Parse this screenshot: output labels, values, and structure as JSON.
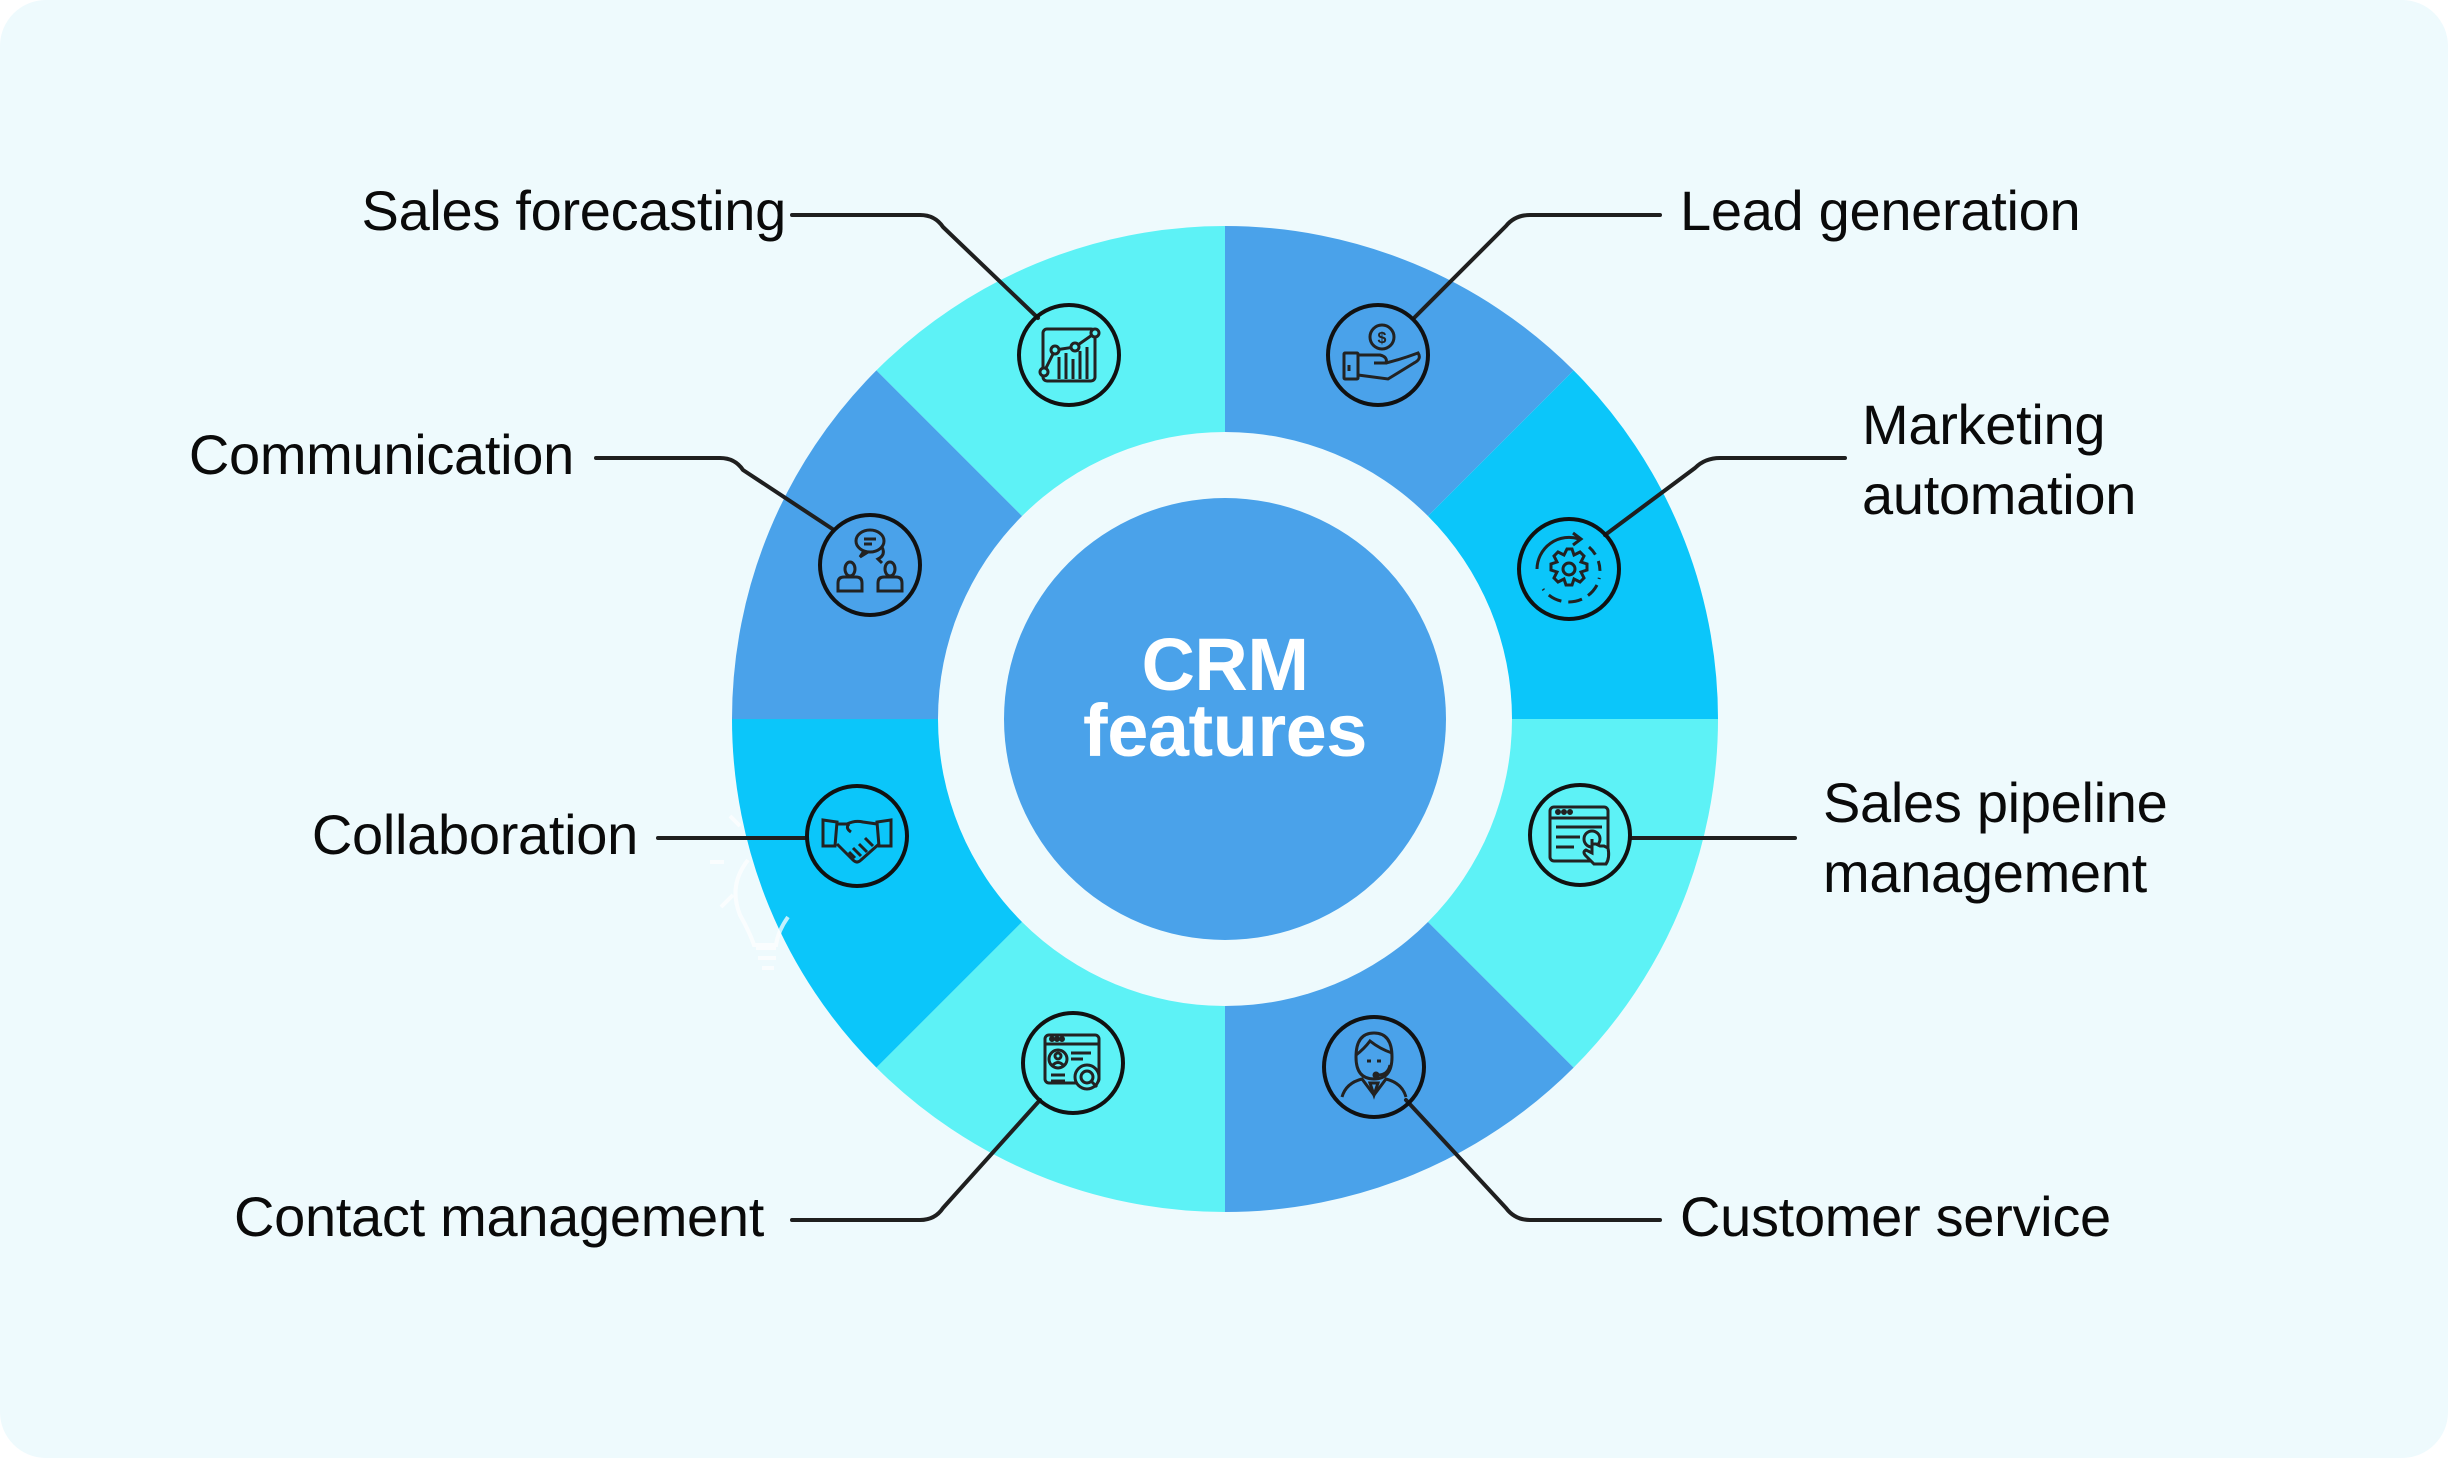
{
  "title": {
    "line1": "CRM",
    "line2": "features"
  },
  "colors": {
    "background": "#EEFAFD",
    "ring_blue": "#4AA2EA",
    "ring_cyan": "#5DF2F6",
    "ring_sky": "#0BC6FA",
    "center_circle": "#4AA2EA",
    "inner_gap": "#EEFAFD",
    "stroke": "#1a1a1a"
  },
  "features": [
    {
      "id": "sales-forecasting",
      "label_lines": [
        "Sales forecasting"
      ],
      "icon": "chart-growth-icon",
      "segment_color": "ring_cyan",
      "side": "left"
    },
    {
      "id": "lead-generation",
      "label_lines": [
        "Lead generation"
      ],
      "icon": "hand-coin-icon",
      "segment_color": "ring_blue",
      "side": "right"
    },
    {
      "id": "marketing-automation",
      "label_lines": [
        "Marketing",
        "automation"
      ],
      "icon": "gear-cycle-icon",
      "segment_color": "ring_sky",
      "side": "right"
    },
    {
      "id": "sales-pipeline-management",
      "label_lines": [
        "Sales pipeline",
        "management"
      ],
      "icon": "browser-click-icon",
      "segment_color": "ring_cyan",
      "side": "right"
    },
    {
      "id": "customer-service",
      "label_lines": [
        "Customer service"
      ],
      "icon": "headset-agent-icon",
      "segment_color": "ring_blue",
      "side": "right"
    },
    {
      "id": "contact-management",
      "label_lines": [
        "Contact management"
      ],
      "icon": "contact-search-icon",
      "segment_color": "ring_cyan",
      "side": "left"
    },
    {
      "id": "collaboration",
      "label_lines": [
        "Collaboration"
      ],
      "icon": "handshake-icon",
      "segment_color": "ring_sky",
      "side": "left"
    },
    {
      "id": "communication",
      "label_lines": [
        "Communication"
      ],
      "icon": "people-chat-icon",
      "segment_color": "ring_blue",
      "side": "left"
    }
  ]
}
